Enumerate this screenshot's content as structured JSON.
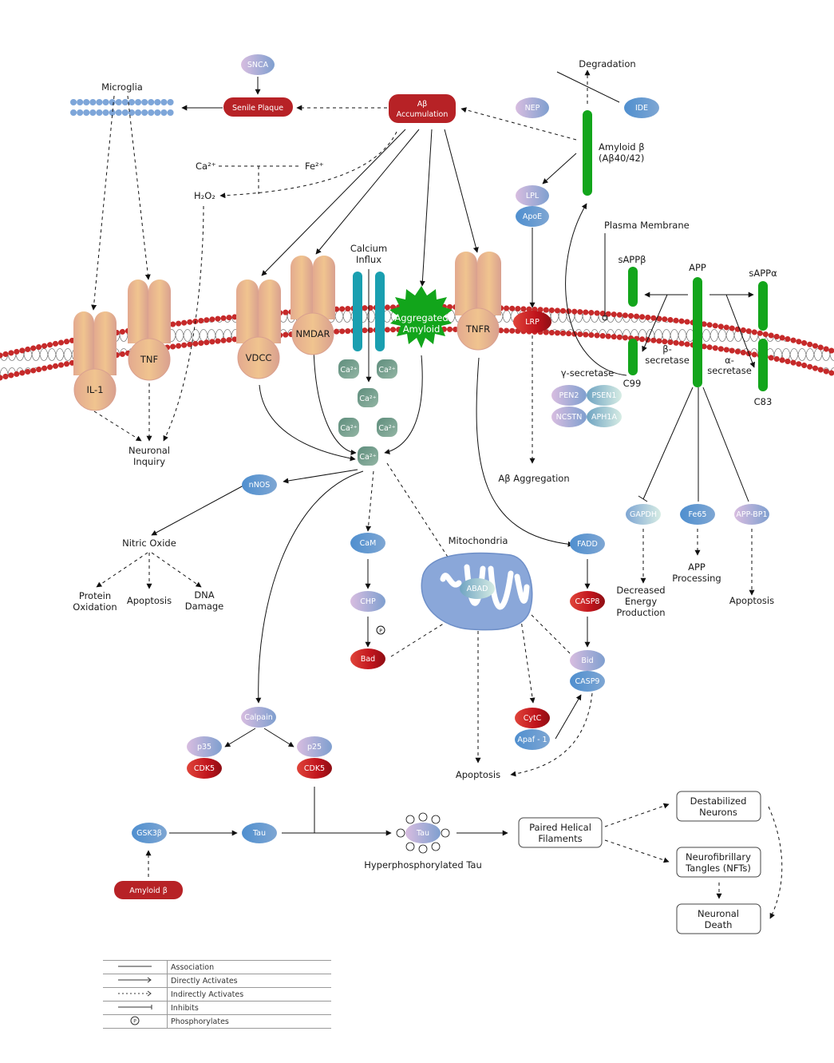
{
  "title": "Alzheimer's Disease Signaling Pathway",
  "colors": {
    "red": "#b72226",
    "blue": "#5b94c9",
    "green": "#12a51b",
    "teal": "#1a9fb0",
    "membrane": "#c62a2a",
    "receptor": "#e8b98c",
    "mito": "#8aa7d9",
    "calcium": "#6e9b87"
  },
  "top": {
    "snca": "SNCA",
    "senile_plaque": "Senile Plaque",
    "microglia": "Microglia",
    "ab_accumulation_1": "Aβ",
    "ab_accumulation_2": "Accumulation",
    "ca": "Ca²⁺",
    "fe": "Fe²⁺",
    "h2o2": "H₂O₂",
    "nep": "NEP",
    "ide": "IDE",
    "degradation": "Degradation",
    "amyloid_beta_1": "Amyloid β",
    "amyloid_beta_2": "(Aβ40/42)",
    "lpl": "LPL",
    "apoe": "ApoE",
    "plasma_membrane": "Plasma Membrane"
  },
  "membrane": {
    "il1": "IL-1",
    "tnf": "TNF",
    "vdcc": "VDCC",
    "nmdar": "NMDAR",
    "calcium_influx_1": "Calcium",
    "calcium_influx_2": "Influx",
    "aggregated_1": "Aggregated",
    "aggregated_2": "Amyloid",
    "tnfr": "TNFR",
    "lrp": "LRP",
    "sappb": "sAPPβ",
    "app": "APP",
    "sappa": "sAPPα",
    "b_secretase_1": "β-",
    "b_secretase_2": "secretase",
    "a_secretase_1": "α-",
    "a_secretase_2": "secretase",
    "g_secretase": "γ-secretase",
    "c99": "C99",
    "c83": "C83",
    "pen2": "PEN2",
    "psen1": "PSEN1",
    "ncstn": "NCSTN",
    "aph1a": "APH1A"
  },
  "calcium_ion": "Ca²⁺",
  "middle": {
    "neuronal_inquiry_1": "Neuronal",
    "neuronal_inquiry_2": "Inquiry",
    "ab_aggregation": "Aβ Aggregation",
    "nnos": "nNOS",
    "nitric_oxide": "Nitric Oxide",
    "protein_oxidation_1": "Protein",
    "protein_oxidation_2": "Oxidation",
    "apoptosis": "Apoptosis",
    "dna_damage_1": "DNA",
    "dna_damage_2": "Damage",
    "cam": "CaM",
    "chp": "CHP",
    "bad": "Bad",
    "phospho": "P",
    "mitochondria": "Mitochondria",
    "abad": "ABAD",
    "fadd": "FADD",
    "casp8": "CASP8",
    "bid": "Bid",
    "casp9": "CASP9",
    "cytc": "CytC",
    "apaf1": "Apaf - 1",
    "apoptosis_mito": "Apoptosis",
    "gapdh": "GAPDH",
    "fe65": "Fe65",
    "appbp1": "APP-BP1",
    "decreased_1": "Decreased",
    "decreased_2": "Energy",
    "decreased_3": "Production",
    "app_processing_1": "APP",
    "app_processing_2": "Processing",
    "apoptosis_app": "Apoptosis"
  },
  "bottom": {
    "calpain": "Calpain",
    "p35": "p35",
    "p25": "p25",
    "cdk5": "CDK5",
    "gsk3b": "GSK3β",
    "tau": "Tau",
    "amyloid_beta": "Amyloid β",
    "hyper_tau": "Hyperphosphorylated Tau",
    "phf_1": "Paired Helical",
    "phf_2": "Filaments",
    "destab_1": "Destabilized",
    "destab_2": "Neurons",
    "nft_1": "Neurofibrillary",
    "nft_2": "Tangles (NFTs)",
    "death_1": "Neuronal",
    "death_2": "Death"
  },
  "legend": [
    {
      "symbol": "association-line",
      "label": "Association"
    },
    {
      "symbol": "direct-arrow",
      "label": "Directly Activates"
    },
    {
      "symbol": "indirect-arrow",
      "label": "Indirectly Activates"
    },
    {
      "symbol": "inhibit-bar",
      "label": "Inhibits"
    },
    {
      "symbol": "phospho-circle",
      "label": "Phosphorylates"
    }
  ]
}
